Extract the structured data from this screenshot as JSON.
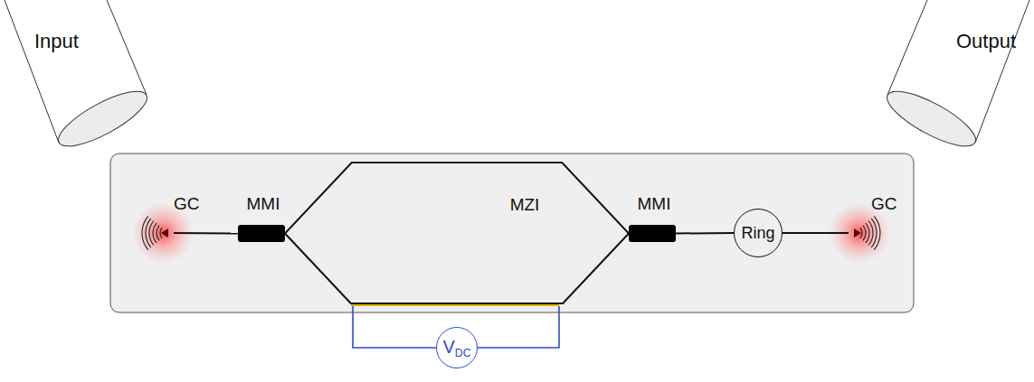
{
  "diagram": {
    "nodes": [
      {
        "text": [
          "Input"
        ]
      },
      {
        "text": [
          "Output"
        ]
      },
      {
        "text": [
          "GC"
        ]
      },
      {
        "text": [
          "MMI"
        ]
      },
      {
        "text": [
          "MMI"
        ]
      },
      {
        "text": [
          "Ring"
        ]
      },
      {
        "text": [
          "GC"
        ]
      },
      {
        "text": [
          "V",
          "DC"
        ]
      }
    ],
    "edges": [
      {
        "from": 2,
        "to": 3,
        "arrow": "none"
      },
      {
        "from": 3,
        "to": 4,
        "arrow": "none"
      },
      {
        "from": 3,
        "to": 4,
        "arrow": "none"
      },
      {
        "from": 4,
        "to": 5,
        "arrow": "none"
      },
      {
        "from": 5,
        "to": 6,
        "arrow": "none"
      }
    ],
    "labels": [
      "MZI"
    ]
  }
}
